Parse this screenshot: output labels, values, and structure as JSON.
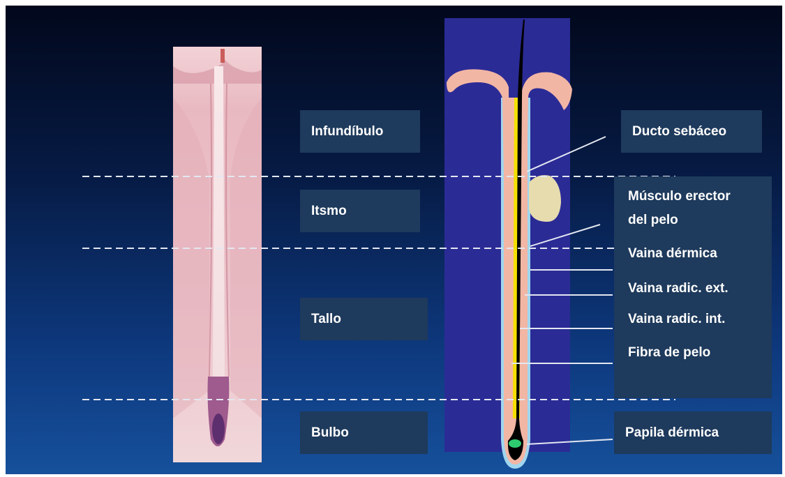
{
  "left_labels": {
    "infundibulo": "Infundíbulo",
    "itsmo": "Itsmo",
    "tallo": "Tallo",
    "bulbo": "Bulbo"
  },
  "right_labels": {
    "ducto_sebaceo": "Ducto sebáceo",
    "musculo_line1": "Músculo erector",
    "musculo_line2": "del pelo",
    "vaina_dermica": "Vaina dérmica",
    "vaina_radic_ext": "Vaina radic. ext.",
    "vaina_radic_int": "Vaina radic. int.",
    "fibra_de_pelo": "Fibra de pelo",
    "papila_dermica": "Papila dérmica"
  },
  "colors": {
    "background_top": "#02081c",
    "background_bottom": "#16509b",
    "label_box": "#1e3a5c",
    "diagram_panel": "#2b2b96",
    "sheath": "#f2b6a4",
    "sebaceous_gland": "#e6dcae",
    "hair_fiber": "#000000",
    "inner_sheath": "#f5e000",
    "papilla": "#2ecc71"
  }
}
